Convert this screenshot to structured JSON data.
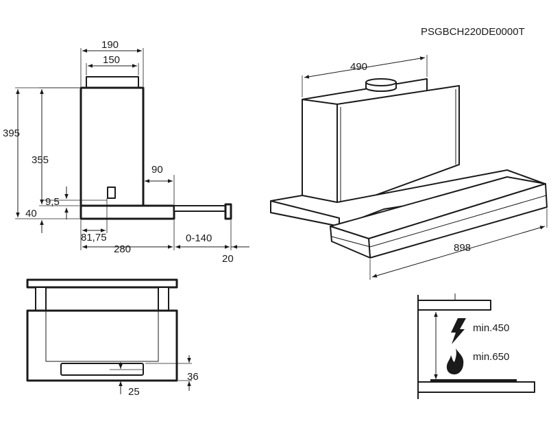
{
  "model": "PSGBCH220DE0000T",
  "dims": {
    "d190": "190",
    "d150": "150",
    "d395": "395",
    "d355": "355",
    "d90": "90",
    "d9_5": "9,5",
    "d40": "40",
    "d81_75": "81,75",
    "d280": "280",
    "d0_140": "0-140",
    "d20": "20",
    "d490": "490",
    "d898": "898",
    "d36": "36",
    "d25": "25"
  },
  "clearance": {
    "electric": "min.450",
    "gas": "min.650"
  },
  "icons": {
    "electric": "lightning-icon",
    "gas": "flame-icon"
  }
}
